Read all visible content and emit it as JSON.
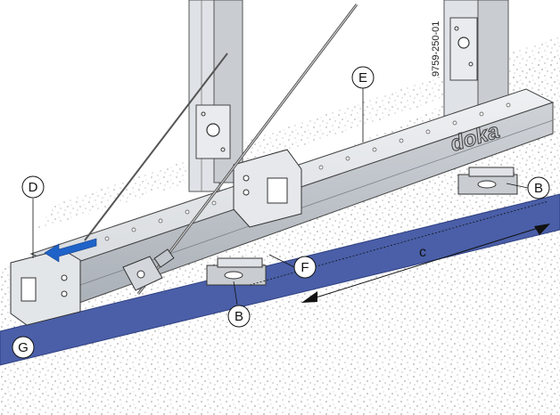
{
  "drawing_code": "9759-250-01",
  "brand": "doka",
  "labels": {
    "b_right": "B",
    "b_bottom": "B",
    "d": "D",
    "e": "E",
    "f": "F",
    "g": "G"
  },
  "dimension": "c",
  "colors": {
    "ground_strip": "#4a5fa8",
    "steel_light": "#e4e6e9",
    "steel_mid": "#c8ccd1",
    "steel_dark": "#9aa0a7",
    "arrow": "#1f63c9"
  },
  "icons": {
    "direction_arrow": "arrow-left-icon"
  }
}
